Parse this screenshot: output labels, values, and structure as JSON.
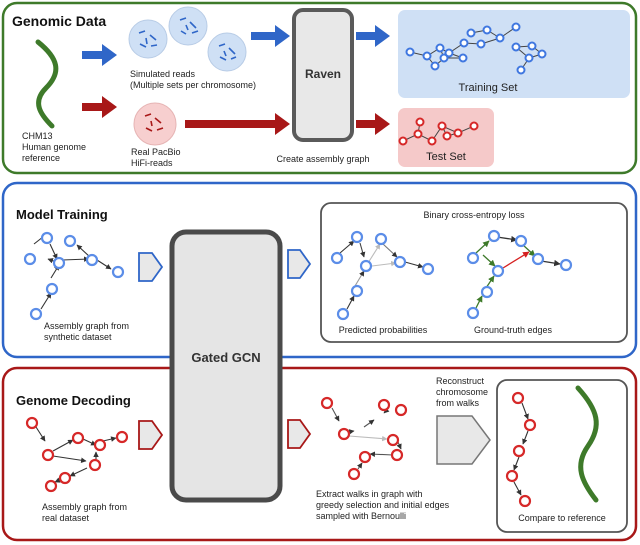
{
  "sections": {
    "genomic_data": {
      "title": "Genomic Data",
      "reference_label": [
        "CHM13",
        "Human genome",
        "reference"
      ],
      "simulated_label": [
        "Simulated reads",
        "(Multiple sets per chromosome)"
      ],
      "real_label": [
        "Real PacBio",
        "HiFi-reads"
      ],
      "tool": "Raven",
      "tool_caption": "Create assembly graph",
      "training_set": "Training Set",
      "test_set": "Test Set"
    },
    "model_training": {
      "title": "Model Training",
      "graph_caption": [
        "Assembly graph from",
        "synthetic dataset"
      ],
      "loss_title": "Binary cross-entropy loss",
      "predicted_caption": "Predicted probabilities",
      "ground_truth_caption": "Ground-truth edges"
    },
    "model": {
      "label": "Gated GCN"
    },
    "genome_decoding": {
      "title": "Genome Decoding",
      "graph_caption": [
        "Assembly graph from",
        "real dataset"
      ],
      "walks_caption": [
        "Extract walks in graph with",
        "greedy selection and initial edges",
        "sampled with Bernoulli"
      ],
      "reconstruct_caption": [
        "Reconstruct",
        "chromosome",
        "from walks"
      ],
      "compare_caption": "Compare to reference"
    }
  },
  "colors": {
    "green": "#3e7a2a",
    "blue": "#2f66c8",
    "red": "#a81818",
    "node_blue": "#5b8de8",
    "node_red": "#d62828"
  }
}
